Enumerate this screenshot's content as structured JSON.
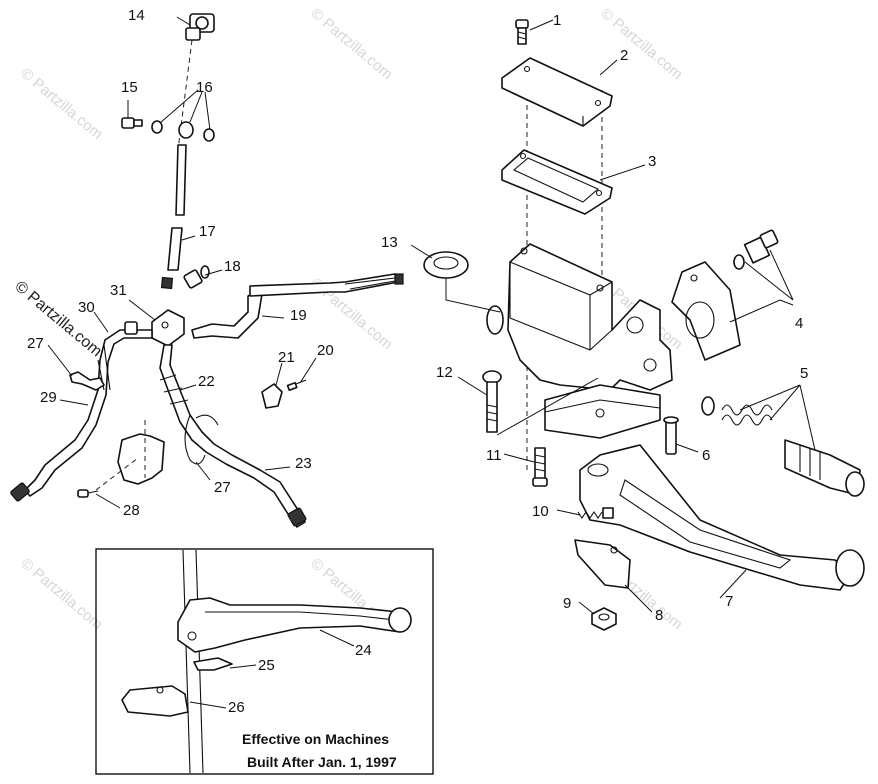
{
  "watermark": "© Partzilla.com",
  "side_watermark": "© Partzilla.com",
  "callouts": {
    "c1": "1",
    "c2": "2",
    "c3": "3",
    "c4": "4",
    "c5": "5",
    "c6": "6",
    "c7": "7",
    "c8": "8",
    "c9": "9",
    "c10": "10",
    "c11": "11",
    "c12": "12",
    "c13": "13",
    "c14": "14",
    "c15": "15",
    "c16": "16",
    "c17": "17",
    "c18": "18",
    "c19": "19",
    "c20": "20",
    "c21": "21",
    "c22": "22",
    "c23": "23",
    "c24": "24",
    "c25": "25",
    "c26": "26",
    "c27a": "27",
    "c27b": "27",
    "c28": "28",
    "c29": "29",
    "c30": "30",
    "c31": "31"
  },
  "inset": {
    "line1": "Effective on Machines",
    "line2": "Built After Jan. 1, 1997"
  },
  "colors": {
    "line": "#111111",
    "watermark": "#d6d6d6",
    "background": "#ffffff"
  }
}
